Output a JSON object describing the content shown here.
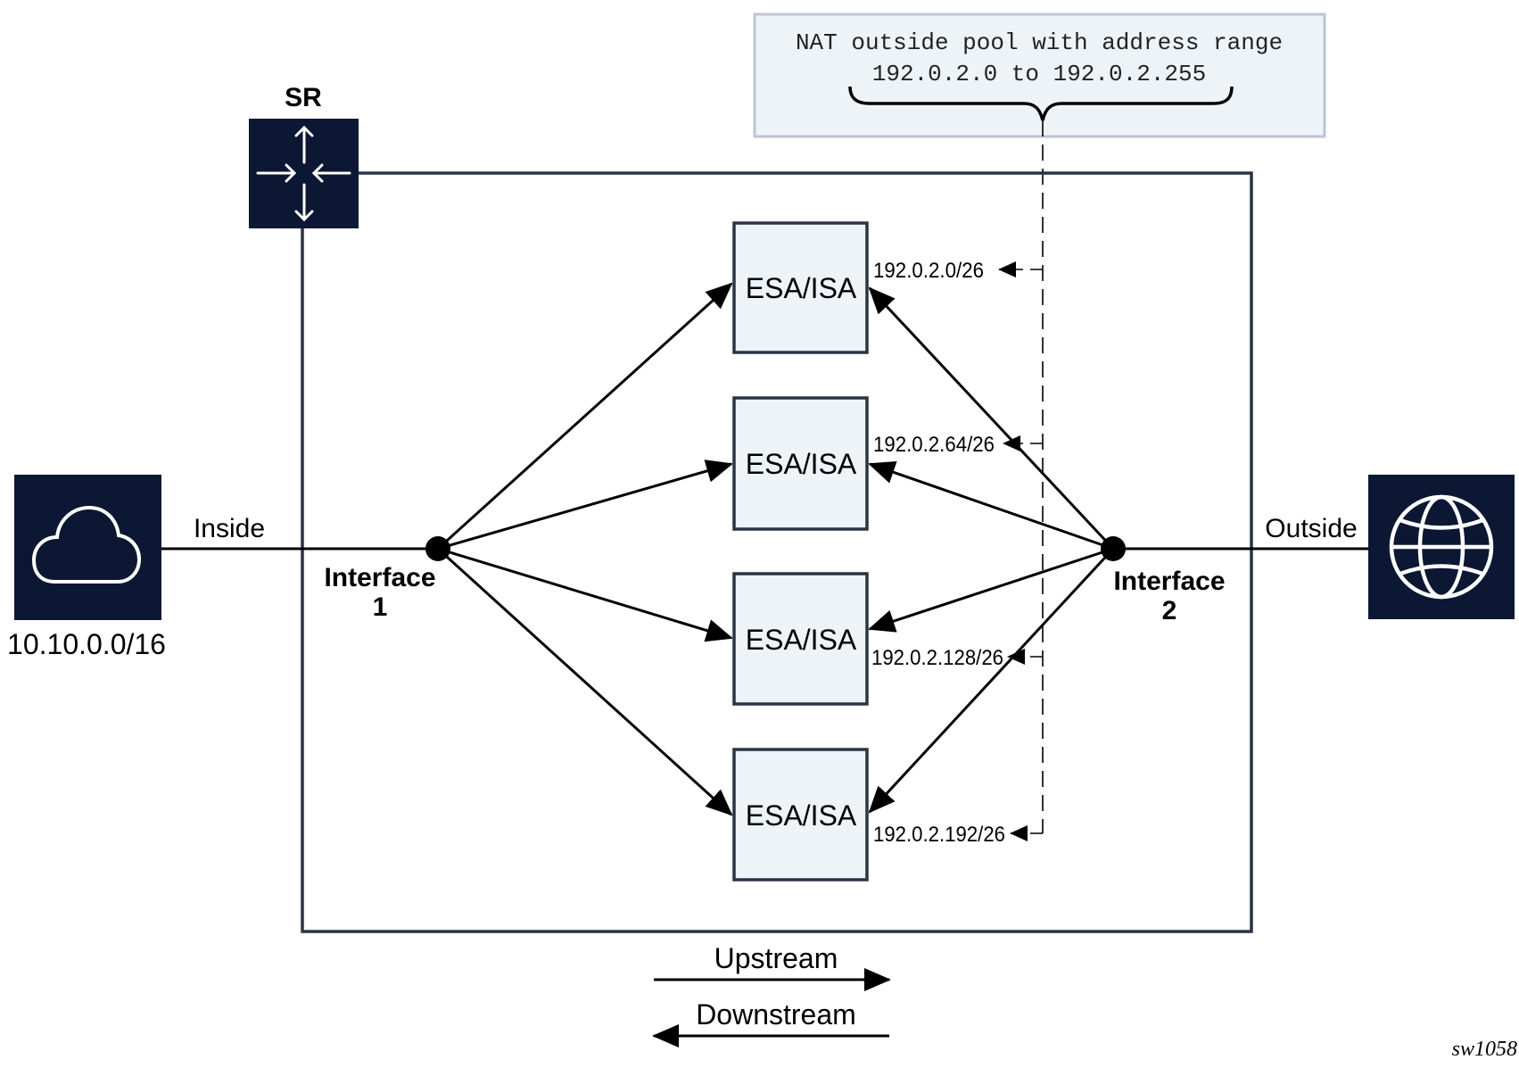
{
  "diagram": {
    "router": {
      "label": "SR"
    },
    "nat_pool": {
      "line1": "NAT outside pool with address range",
      "line2": "192.0.2.0 to 192.0.2.255"
    },
    "inside": {
      "label": "Inside",
      "network": "10.10.0.0/16",
      "icon": "cloud-icon"
    },
    "outside": {
      "label": "Outside",
      "icon": "globe-icon"
    },
    "interface1": {
      "line1": "Interface",
      "line2": "1"
    },
    "interface2": {
      "line1": "Interface",
      "line2": "2"
    },
    "isa_modules": [
      {
        "label": "ESA/ISA",
        "subnet": "192.0.2.0/26"
      },
      {
        "label": "ESA/ISA",
        "subnet": "192.0.2.64/26"
      },
      {
        "label": "ESA/ISA",
        "subnet": "192.0.2.128/26"
      },
      {
        "label": "ESA/ISA",
        "subnet": "192.0.2.192/26"
      }
    ],
    "legend": {
      "upstream": "Upstream",
      "downstream": "Downstream"
    },
    "figure_id": "sw1058",
    "colors": {
      "dark_navy": "#0c1833",
      "box_fill": "#eef3f8",
      "box_stroke": "#2b3346",
      "nat_fill": "#eef3f8",
      "nat_stroke": "#bcc6d2"
    }
  }
}
